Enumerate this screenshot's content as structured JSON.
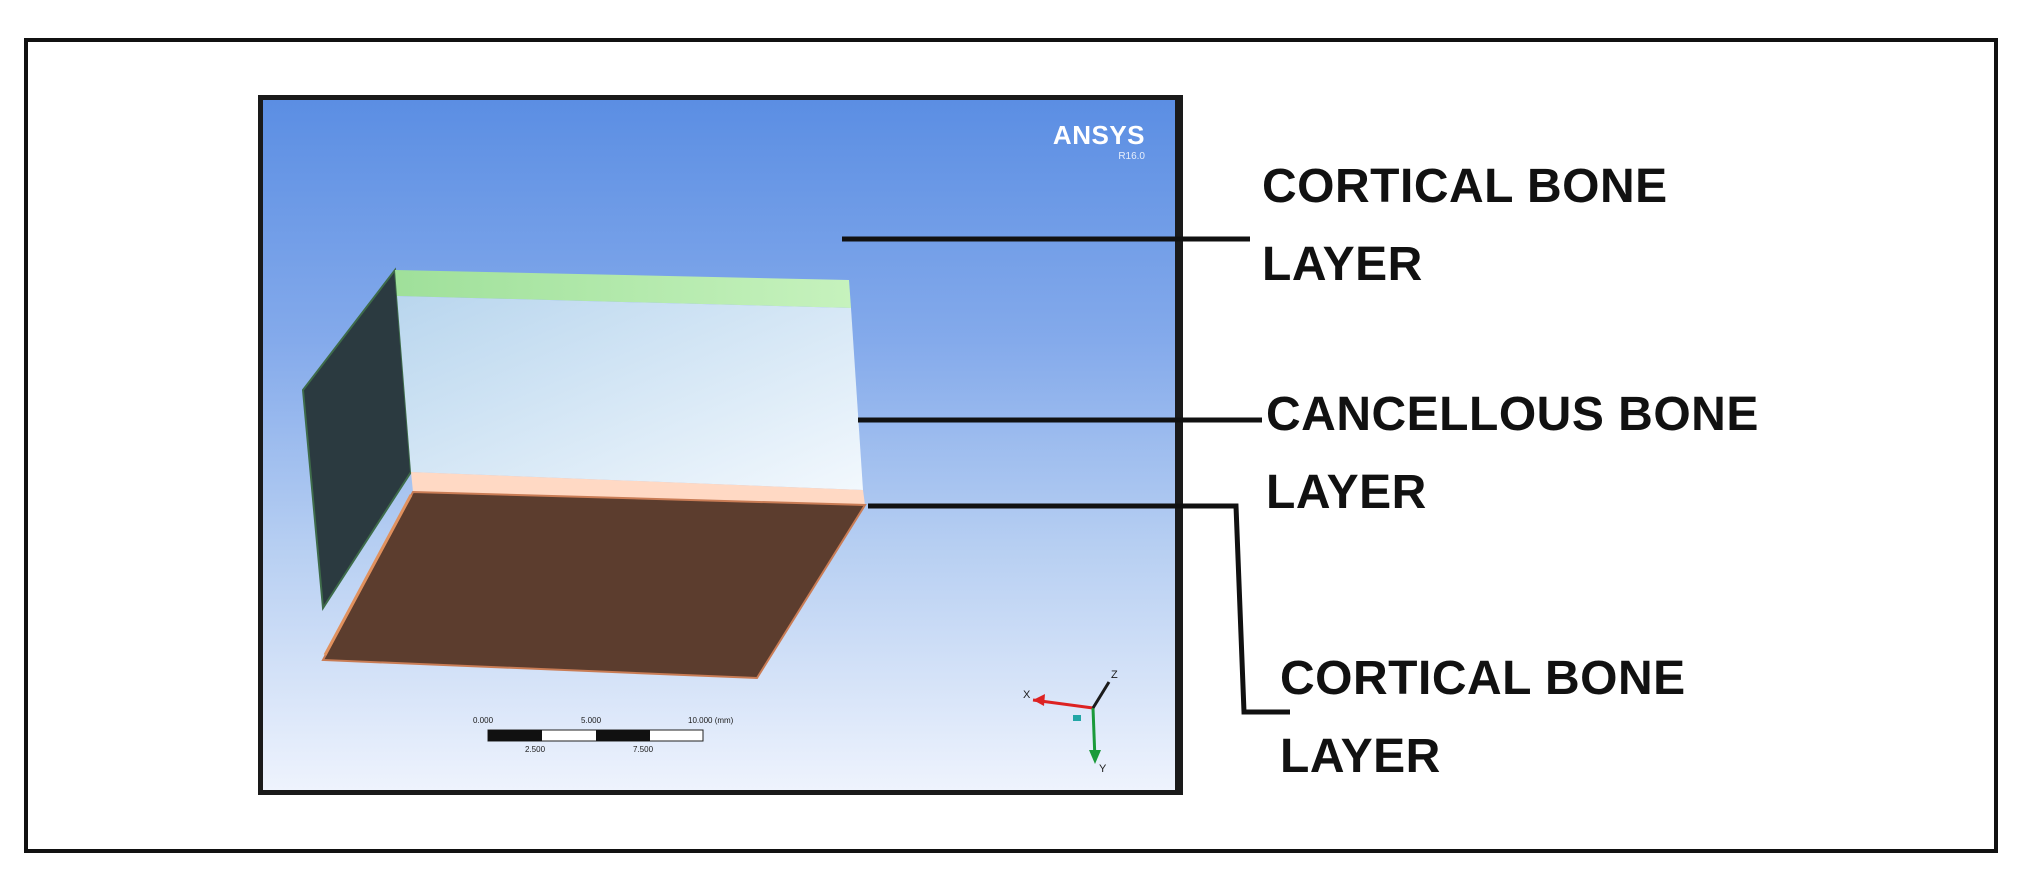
{
  "viewport": {
    "brand": "ANSYS",
    "version": "R16.0"
  },
  "scale_bar": {
    "top_labels": [
      "0.000",
      "5.000",
      "10.000 (mm)"
    ],
    "bottom_labels": [
      "2.500",
      "7.500"
    ]
  },
  "triad": {
    "axes": [
      "X",
      "Y",
      "Z"
    ]
  },
  "layers": [
    {
      "line1": "CORTICAL BONE",
      "line2": "LAYER"
    },
    {
      "line1": "CANCELLOUS BONE",
      "line2": "LAYER"
    },
    {
      "line1": "CORTICAL BONE",
      "line2": "LAYER"
    }
  ],
  "colors": {
    "top_cortical": "#a9e6a3",
    "cancellous": "#d6ecf7",
    "bottom_cortical_edge": "#ffd5bd",
    "bottom_face": "#5c3d2e",
    "side_face": "#2b3a40"
  }
}
